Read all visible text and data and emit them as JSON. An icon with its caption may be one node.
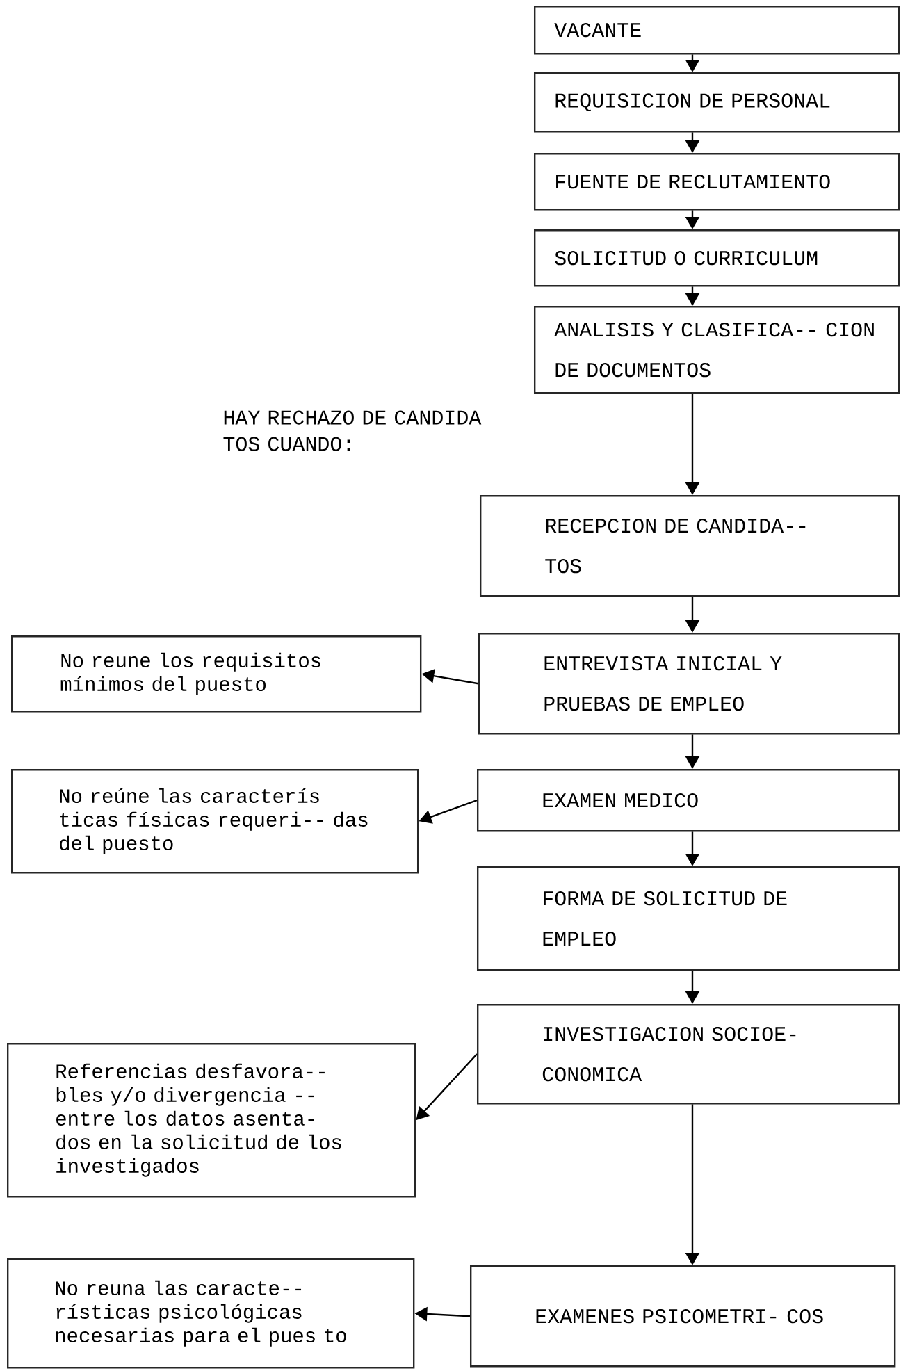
{
  "diagram": {
    "nodes": [
      {
        "text": [
          "VACANTE"
        ]
      },
      {
        "text": [
          "REQUISICION DE PERSONAL"
        ]
      },
      {
        "text": [
          "FUENTE DE RECLUTAMIENTO"
        ]
      },
      {
        "text": [
          "SOLICITUD O CURRICULUM"
        ]
      },
      {
        "text": [
          "ANALISIS Y CLASIFICA-- CION DE DOCUMENTOS"
        ]
      },
      {
        "text": [
          "RECEPCION DE CANDIDA-- TOS"
        ]
      },
      {
        "text": [
          "ENTREVISTA INICIAL Y PRUEBAS DE EMPLEO"
        ]
      },
      {
        "text": [
          "No reune los requisitos mínimos del puesto"
        ]
      },
      {
        "text": [
          "EXAMEN MEDICO"
        ]
      },
      {
        "text": [
          "No reúne las caracterís ticas físicas requeri-- das del puesto"
        ]
      },
      {
        "text": [
          "FORMA DE SOLICITUD DE EMPLEO"
        ]
      },
      {
        "text": [
          "INVESTIGACION SOCIOE- CONOMICA"
        ]
      },
      {
        "text": [
          "Referencias desfavora-- bles y/o divergencia -- entre los datos asenta- dos en la solicitud de los investigados"
        ]
      },
      {
        "text": [
          "EXAMENES PSICOMETRI- COS"
        ]
      },
      {
        "text": [
          "No reuna las caracte-- rísticas psicológicas necesarias para el pues to"
        ]
      }
    ],
    "edges": [
      {
        "from": 0,
        "to": 1,
        "arrow": "to"
      },
      {
        "from": 1,
        "to": 2,
        "arrow": "to"
      },
      {
        "from": 2,
        "to": 3,
        "arrow": "to"
      },
      {
        "from": 3,
        "to": 4,
        "arrow": "to"
      },
      {
        "from": 4,
        "to": 5,
        "arrow": "to"
      },
      {
        "from": 5,
        "to": 6,
        "arrow": "to"
      },
      {
        "from": 6,
        "to": 7,
        "arrow": "to"
      },
      {
        "from": 6,
        "to": 8,
        "arrow": "to"
      },
      {
        "from": 8,
        "to": 9,
        "arrow": "to"
      },
      {
        "from": 8,
        "to": 10,
        "arrow": "to"
      },
      {
        "from": 10,
        "to": 11,
        "arrow": "to"
      },
      {
        "from": 11,
        "to": 12,
        "arrow": "to"
      },
      {
        "from": 11,
        "to": 13,
        "arrow": "to"
      },
      {
        "from": 13,
        "to": 14,
        "arrow": "to"
      }
    ],
    "labels": [
      "HAY RECHAZO DE CANDIDA TOS CUANDO:"
    ]
  }
}
